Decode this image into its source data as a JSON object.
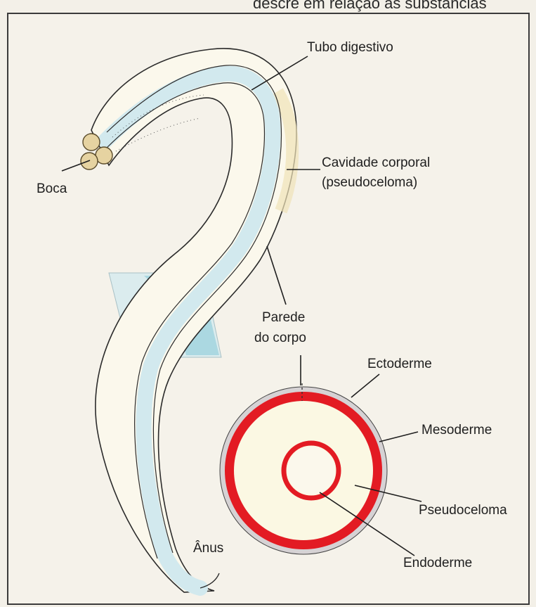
{
  "page_header_fragment": "descre em relação às substâncias",
  "labels": {
    "tubo_digestivo": "Tubo digestivo",
    "boca": "Boca",
    "cavidade_line1": "Cavidade corporal",
    "cavidade_line2": "(pseudoceloma)",
    "parede_line1": "Parede",
    "parede_line2": "do corpo",
    "ectoderme": "Ectoderme",
    "mesoderme": "Mesoderme",
    "pseudoceloma": "Pseudoceloma",
    "endoderme": "Endoderme",
    "anus": "Ânus"
  },
  "colors": {
    "mesoderm": "#e31b23",
    "endoderm": "#e31b23",
    "ectoderm": "#d6d2d4",
    "pseudocoelom": "#fbf8e3",
    "gut": "#d8ecef",
    "section_plane": "#9fd3dd"
  }
}
